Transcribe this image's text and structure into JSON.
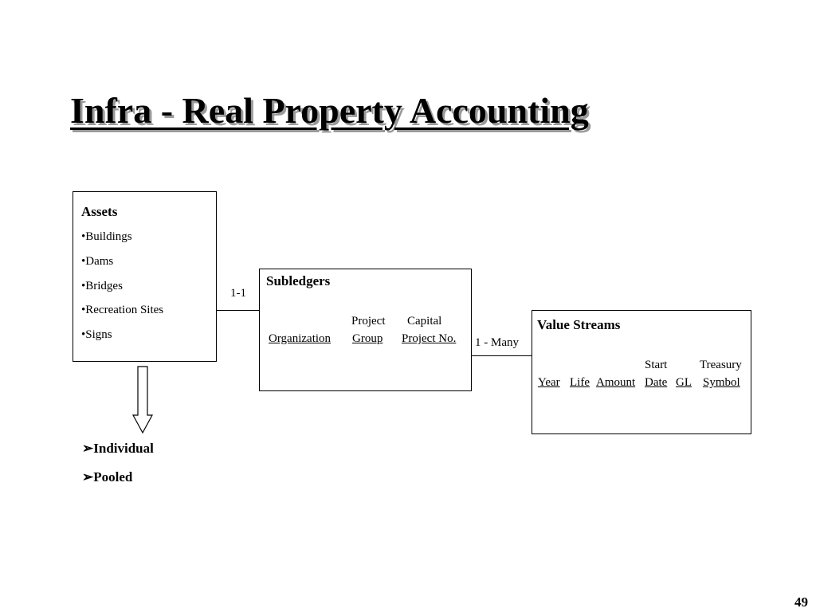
{
  "title": "Infra - Real Property Accounting",
  "assets": {
    "title": "Assets",
    "items": [
      "•Buildings",
      "•Dams",
      "•Bridges",
      "•Recreation Sites",
      "•Signs"
    ]
  },
  "link_assets_subledgers": "1-1",
  "subledgers": {
    "title": "Subledgers",
    "col_org": "Organization",
    "col_group_top": "Project",
    "col_group": "Group",
    "col_proj_top": "Capital",
    "col_proj": "Project No."
  },
  "link_subledgers_value": "1 - Many",
  "value_streams": {
    "title": "Value Streams",
    "col_year": "Year",
    "col_life": "Life",
    "col_amount": "Amount",
    "col_date_top": "Start",
    "col_date": "Date",
    "col_gl": "GL",
    "col_symbol_top": "Treasury",
    "col_symbol": "Symbol"
  },
  "options": [
    "Individual",
    "Pooled"
  ],
  "page_number": "49"
}
